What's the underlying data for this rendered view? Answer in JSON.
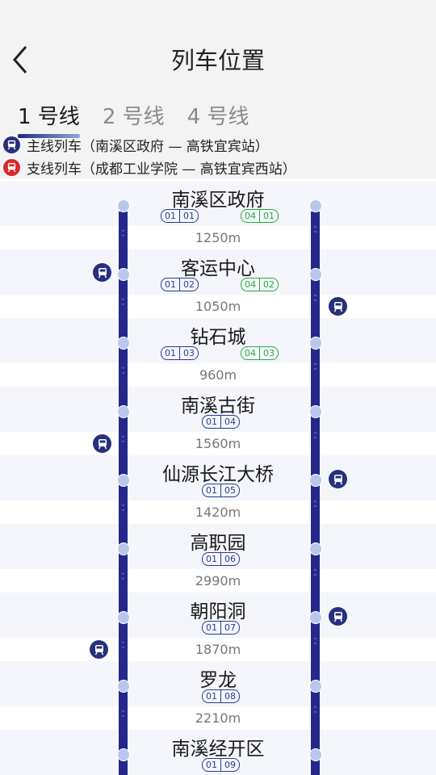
{
  "header": {
    "title": "列车位置"
  },
  "tabs": [
    {
      "label": "1 号线",
      "active": true
    },
    {
      "label": "2 号线",
      "active": false
    },
    {
      "label": "4 号线",
      "active": false
    }
  ],
  "legend": [
    {
      "icon": "train-icon",
      "color": "#27307d",
      "label": "主线列车（南溪区政府 — 高铁宜宾站）"
    },
    {
      "icon": "train-icon",
      "color": "#d8272d",
      "label": "支线列车（成都工业学院 — 高铁宜宾西站）"
    }
  ],
  "stations": [
    {
      "name": "南溪区政府",
      "codes": [
        {
          "line": "01",
          "num": "01"
        },
        {
          "line": "04",
          "num": "01",
          "green": true
        }
      ]
    },
    {
      "name": "客运中心",
      "codes": [
        {
          "line": "01",
          "num": "02"
        },
        {
          "line": "04",
          "num": "02",
          "green": true
        }
      ]
    },
    {
      "name": "钻石城",
      "codes": [
        {
          "line": "01",
          "num": "03"
        },
        {
          "line": "04",
          "num": "03",
          "green": true
        }
      ]
    },
    {
      "name": "南溪古街",
      "codes": [
        {
          "line": "01",
          "num": "04"
        }
      ]
    },
    {
      "name": "仙源长江大桥",
      "codes": [
        {
          "line": "01",
          "num": "05"
        }
      ]
    },
    {
      "name": "高职园",
      "codes": [
        {
          "line": "01",
          "num": "06"
        }
      ]
    },
    {
      "name": "朝阳洞",
      "codes": [
        {
          "line": "01",
          "num": "07"
        }
      ]
    },
    {
      "name": "罗龙",
      "codes": [
        {
          "line": "01",
          "num": "08"
        }
      ]
    },
    {
      "name": "南溪经开区",
      "codes": [
        {
          "line": "01",
          "num": "09"
        }
      ]
    }
  ],
  "distances": [
    "1250m",
    "1050m",
    "960m",
    "1560m",
    "1420m",
    "2990m",
    "1870m",
    "2210m"
  ],
  "colors": {
    "track": "#23288a",
    "node": "#b7c8ea",
    "main_train": "#27307d",
    "branch_train": "#d8272d",
    "branch_code": "#2eaa3a"
  }
}
